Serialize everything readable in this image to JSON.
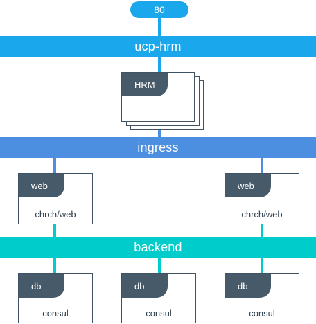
{
  "colors": {
    "port": "#1aa7ec",
    "ucp_hrm": "#1aa7ec",
    "ingress": "#4c8ee0",
    "backend": "#00cccc",
    "card_border": "#3f5364",
    "tag_fill": "#465a6a"
  },
  "port": {
    "label": "80"
  },
  "networks": {
    "ucp_hrm": {
      "label": "ucp-hrm"
    },
    "ingress": {
      "label": "ingress"
    },
    "backend": {
      "label": "backend"
    }
  },
  "hrm": {
    "tag": "HRM"
  },
  "web_services": [
    {
      "tag": "web",
      "label": "chrch/web"
    },
    {
      "tag": "web",
      "label": "chrch/web"
    }
  ],
  "db_services": [
    {
      "tag": "db",
      "label": "consul"
    },
    {
      "tag": "db",
      "label": "consul"
    },
    {
      "tag": "db",
      "label": "consul"
    }
  ]
}
